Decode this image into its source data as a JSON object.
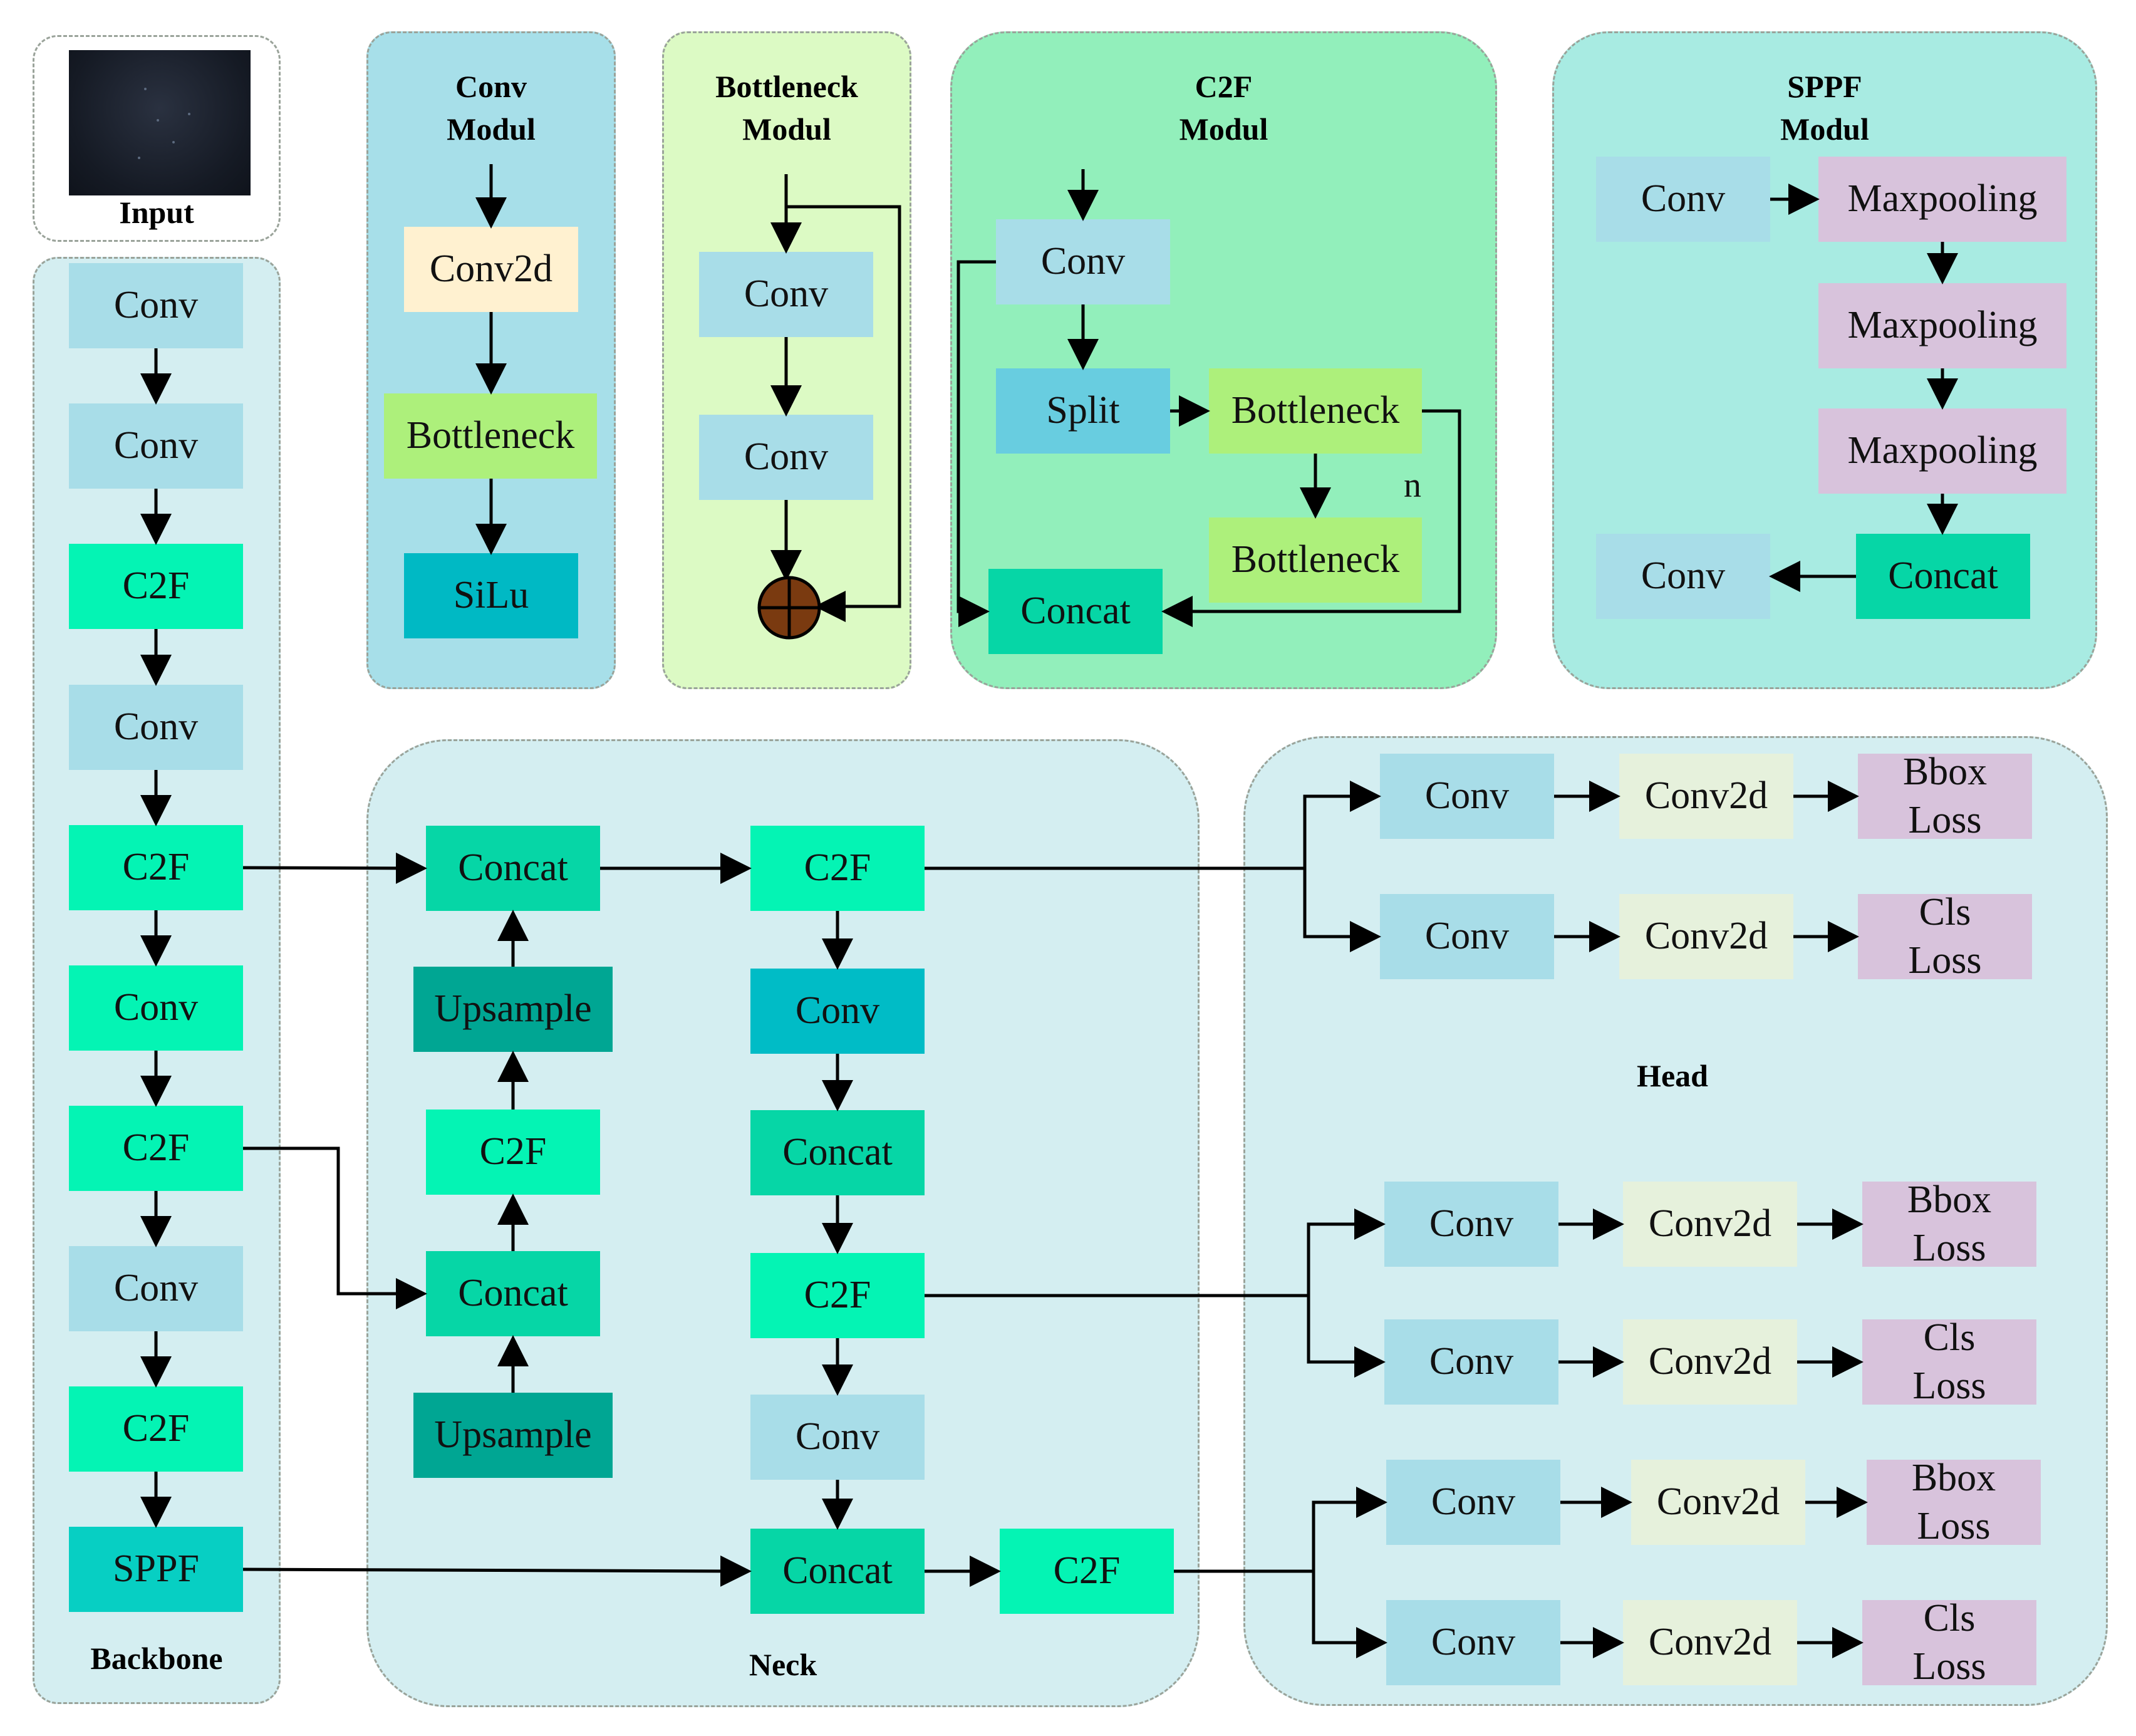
{
  "input": {
    "label": "Input"
  },
  "conv_module": {
    "title": "Conv\nModul",
    "blocks": [
      "Conv2d",
      "Bottleneck",
      "SiLu"
    ]
  },
  "bottleneck_module": {
    "title": "Bottleneck\nModul",
    "blocks": [
      "Conv",
      "Conv"
    ]
  },
  "c2f_module": {
    "title": "C2F\nModul",
    "conv": "Conv",
    "split": "Split",
    "bottleneck1": "Bottleneck",
    "bottleneck2": "Bottleneck",
    "concat": "Concat",
    "n_label": "n"
  },
  "sppf_module": {
    "title": "SPPF\nModul",
    "conv_in": "Conv",
    "maxpool": [
      "Maxpooling",
      "Maxpooling",
      "Maxpooling"
    ],
    "concat": "Concat",
    "conv_out": "Conv"
  },
  "backbone": {
    "label": "Backbone",
    "blocks": [
      "Conv",
      "Conv",
      "C2F",
      "Conv",
      "C2F",
      "Conv",
      "C2F",
      "Conv",
      "C2F",
      "SPPF"
    ]
  },
  "neck": {
    "label": "Neck",
    "left_col": [
      "Concat",
      "Upsample",
      "C2F",
      "Concat",
      "Upsample"
    ],
    "mid_col": [
      "C2F",
      "Conv",
      "Concat",
      "C2F",
      "Conv",
      "Concat"
    ],
    "last_c2f": "C2F"
  },
  "head": {
    "label": "Head",
    "groups": [
      {
        "rows": [
          {
            "conv": "Conv",
            "conv2d": "Conv2d",
            "loss": "Bbox\nLoss"
          },
          {
            "conv": "Conv",
            "conv2d": "Conv2d",
            "loss": "Cls\nLoss"
          }
        ]
      },
      {
        "rows": [
          {
            "conv": "Conv",
            "conv2d": "Conv2d",
            "loss": "Bbox\nLoss"
          },
          {
            "conv": "Conv",
            "conv2d": "Conv2d",
            "loss": "Cls\nLoss"
          }
        ]
      },
      {
        "rows": [
          {
            "conv": "Conv",
            "conv2d": "Conv2d",
            "loss": "Bbox\nLoss"
          },
          {
            "conv": "Conv",
            "conv2d": "Conv2d",
            "loss": "Cls\nLoss"
          }
        ]
      }
    ]
  },
  "colors": {
    "conv": "#a8dde8",
    "c2f": "#04f4b4",
    "concat": "#06d6a6",
    "upsample": "#00a693",
    "conv2d": "#e6f1dc",
    "loss": "#d8c3dc",
    "sppf": "#07cfc3",
    "split": "#68cde0",
    "bottleneck": "#adf07b",
    "silu": "#00b9c4",
    "add_node": "#7a3a10"
  }
}
